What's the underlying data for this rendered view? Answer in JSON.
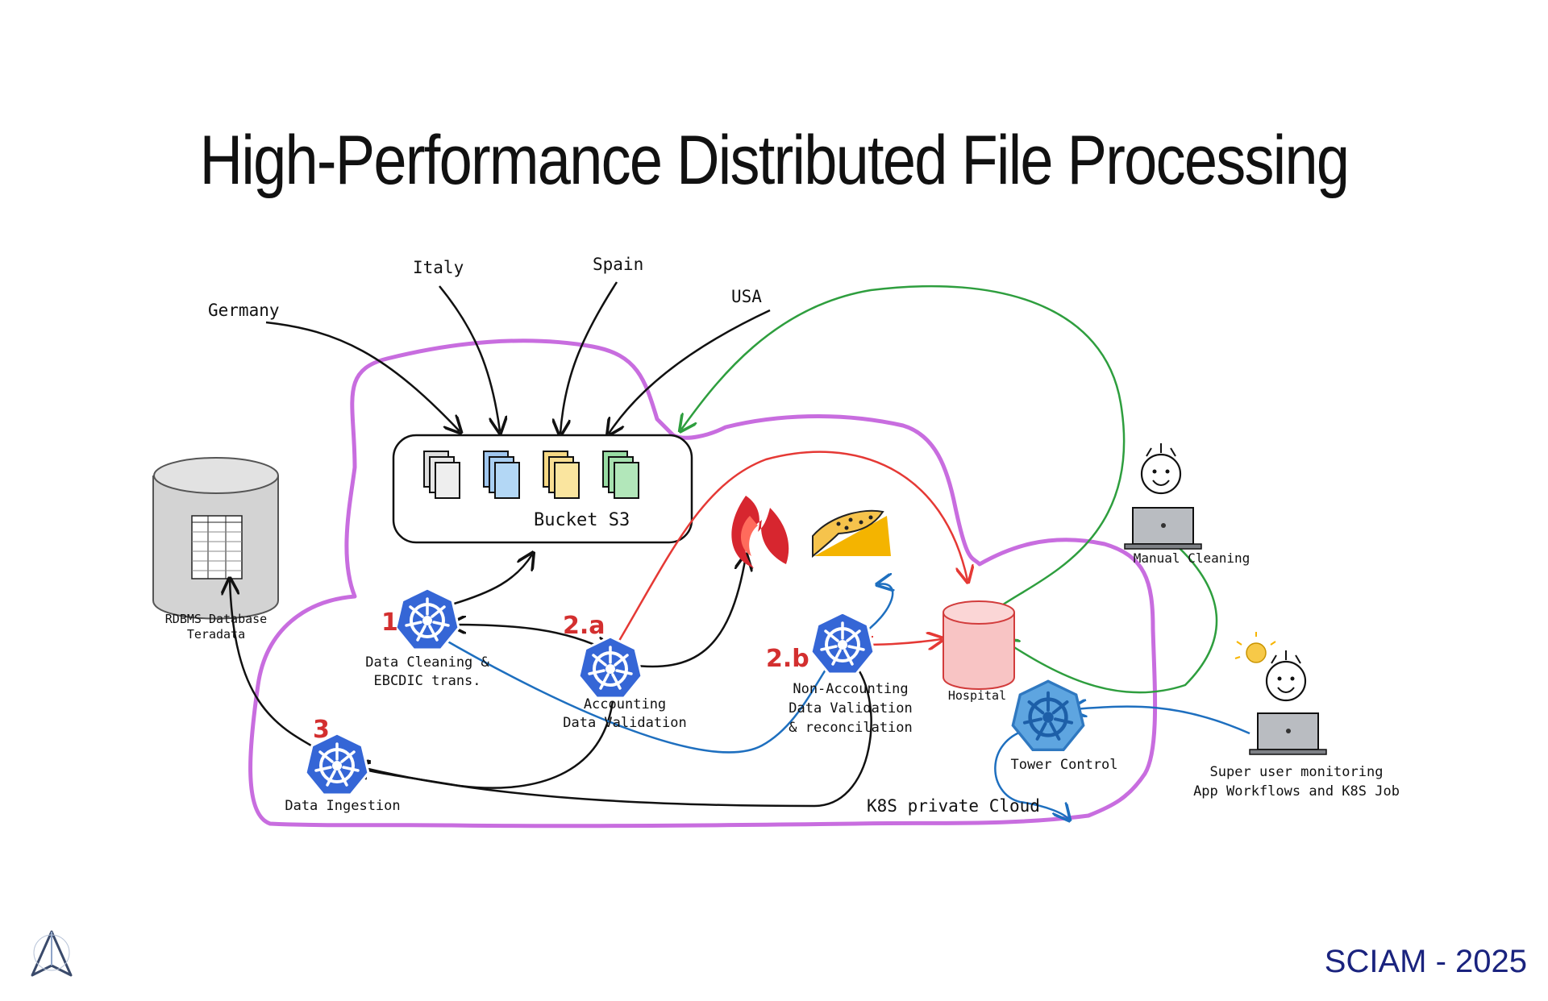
{
  "title": "High-Performance Distributed File Processing",
  "footer": "SCIAM - 2025",
  "sources": {
    "germany": "Germany",
    "italy": "Italy",
    "spain": "Spain",
    "usa": "USA"
  },
  "bucket": {
    "label": "Bucket S3"
  },
  "database": {
    "line1": "RDBMS Database",
    "line2": "Teradata"
  },
  "steps": {
    "s1": {
      "number": "1",
      "line1": "Data Cleaning &",
      "line2": "EBCDIC trans."
    },
    "s2a": {
      "number": "2.a",
      "line1": "Accounting",
      "line2": "Data Validation"
    },
    "s2b": {
      "number": "2.b",
      "line1": "Non-Accounting",
      "line2": "Data Validation",
      "line3": "& reconcilation"
    },
    "s3": {
      "number": "3",
      "line1": "Data Ingestion"
    }
  },
  "hospital": {
    "label": "Hospital"
  },
  "tower": {
    "label": "Tower Control"
  },
  "manual": {
    "label": "Manual Cleaning"
  },
  "superuser": {
    "line1": "Super user monitoring",
    "line2": "App Workflows and K8S Job"
  },
  "cloud": {
    "label": "K8S private Cloud"
  },
  "colors": {
    "cloud": "#c86ddf",
    "red_flow": "#e53935",
    "green_flow": "#2e9e3e",
    "blue_flow": "#1e6fbf",
    "k8s": "#3566d6"
  }
}
